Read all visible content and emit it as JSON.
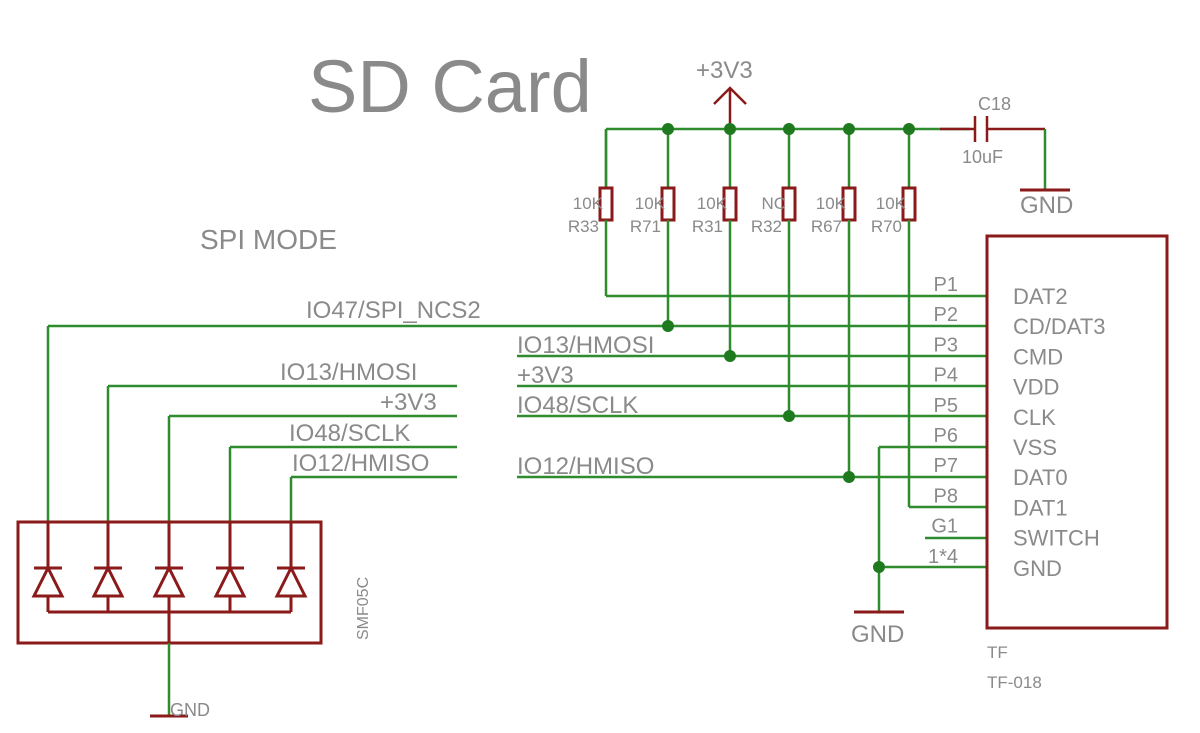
{
  "title": "SD Card",
  "mode": "SPI MODE",
  "power": "+3V3",
  "ground": "GND",
  "capacitor": {
    "ref": "C18",
    "value": "10uF"
  },
  "resistors": [
    {
      "value": "10K",
      "ref": "R33"
    },
    {
      "value": "10K",
      "ref": "R71"
    },
    {
      "value": "10K",
      "ref": "R31"
    },
    {
      "value": "NC",
      "ref": "R32"
    },
    {
      "value": "10K",
      "ref": "R67"
    },
    {
      "value": "10K",
      "ref": "R70"
    }
  ],
  "net_labels_right": [
    "IO13/HMOSI",
    "+3V3",
    "IO48/SCLK",
    "IO12/HMISO"
  ],
  "net_label_top": "IO47/SPI_NCS2",
  "tvs": {
    "part": "SMF05C",
    "nets": [
      "IO13/HMOSI",
      "+3V3",
      "IO48/SCLK",
      "IO12/HMISO"
    ],
    "gnd": "GND"
  },
  "connector": {
    "name": "TF",
    "part": "TF-018",
    "pins": [
      {
        "num": "P1",
        "name": "DAT2"
      },
      {
        "num": "P2",
        "name": "CD/DAT3"
      },
      {
        "num": "P3",
        "name": "CMD"
      },
      {
        "num": "P4",
        "name": "VDD"
      },
      {
        "num": "P5",
        "name": "CLK"
      },
      {
        "num": "P6",
        "name": "VSS"
      },
      {
        "num": "P7",
        "name": "DAT0"
      },
      {
        "num": "P8",
        "name": "DAT1"
      },
      {
        "num": "G1",
        "name": "SWITCH"
      },
      {
        "num": "1*4",
        "name": "GND"
      }
    ]
  },
  "colors": {
    "wire": "#2e8b2e",
    "part": "#8b1a1a",
    "junction": "#1f7a1f",
    "text": "#8a8a8a"
  }
}
